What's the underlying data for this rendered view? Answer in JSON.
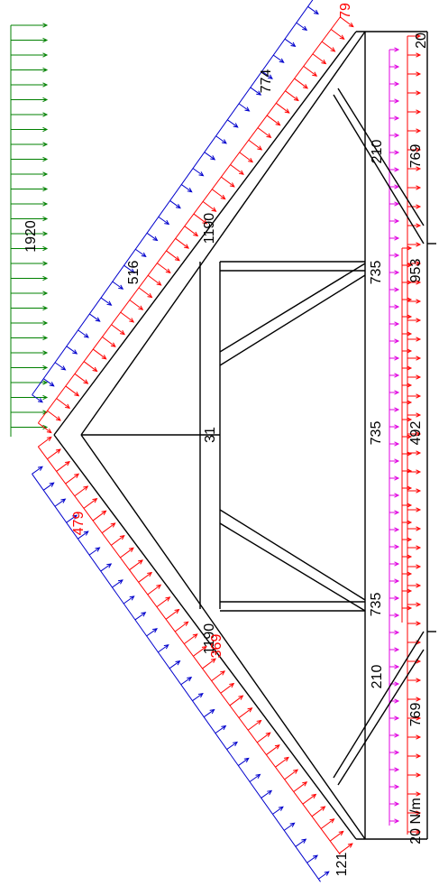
{
  "colors": {
    "truss": "#000000",
    "load_red": "#ff0000",
    "load_blue": "#0000cc",
    "load_green": "#008000",
    "load_magenta": "#e000e0"
  },
  "labels": {
    "green_load": "1920",
    "top_blue_upper": "516",
    "top_blue_end": "774",
    "top_red_end": "79",
    "top_diag_force": "1190",
    "bottom_diag_force": "1190",
    "bottom_red_mid": "479",
    "bottom_red_low": "369",
    "bottom_blue_end": "121",
    "center_web": "31",
    "web_force_upper": "735",
    "web_force_mid": "735",
    "web_force_lower": "735",
    "upper_short_web": "210",
    "lower_short_web": "210",
    "chord_upper": "769",
    "chord_lower": "769",
    "magenta_upper": "953",
    "magenta_mid": "492",
    "right_top": "20",
    "unit_label": "20 N/m"
  }
}
